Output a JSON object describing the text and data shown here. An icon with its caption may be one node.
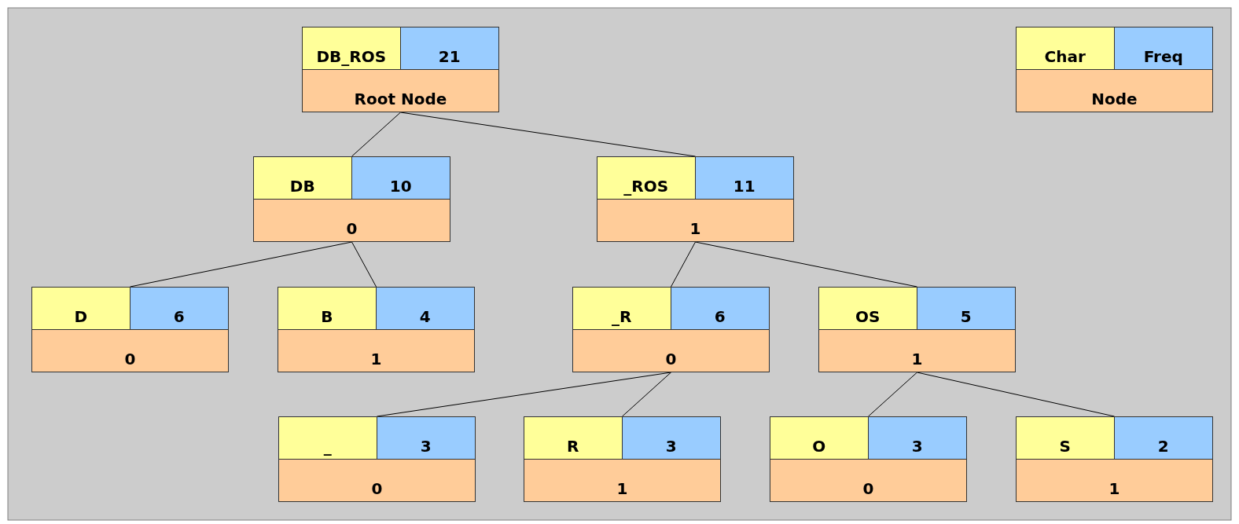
{
  "diagram": {
    "nodes": [
      {
        "text": [
          "DB_ROS",
          "21",
          "Root Node"
        ]
      },
      {
        "text": [
          "Char",
          "Freq",
          "Node"
        ]
      },
      {
        "text": [
          "DB",
          "10",
          "0"
        ]
      },
      {
        "text": [
          "_ROS",
          "11",
          "1"
        ]
      },
      {
        "text": [
          "D",
          "6",
          "0"
        ]
      },
      {
        "text": [
          "B",
          "4",
          "1"
        ]
      },
      {
        "text": [
          "_R",
          "6",
          "0"
        ]
      },
      {
        "text": [
          "OS",
          "5",
          "1"
        ]
      },
      {
        "text": [
          "_",
          "3",
          "0"
        ]
      },
      {
        "text": [
          "R",
          "3",
          "1"
        ]
      },
      {
        "text": [
          "O",
          "3",
          "0"
        ]
      },
      {
        "text": [
          "S",
          "2",
          "1"
        ]
      }
    ],
    "edges": [
      {
        "from": 0,
        "to": 2,
        "arrow": "none"
      },
      {
        "from": 0,
        "to": 3,
        "arrow": "none"
      },
      {
        "from": 2,
        "to": 4,
        "arrow": "none"
      },
      {
        "from": 2,
        "to": 5,
        "arrow": "none"
      },
      {
        "from": 3,
        "to": 6,
        "arrow": "none"
      },
      {
        "from": 3,
        "to": 7,
        "arrow": "none"
      },
      {
        "from": 6,
        "to": 8,
        "arrow": "none"
      },
      {
        "from": 6,
        "to": 9,
        "arrow": "none"
      },
      {
        "from": 7,
        "to": 10,
        "arrow": "none"
      },
      {
        "from": 7,
        "to": 11,
        "arrow": "none"
      }
    ]
  }
}
